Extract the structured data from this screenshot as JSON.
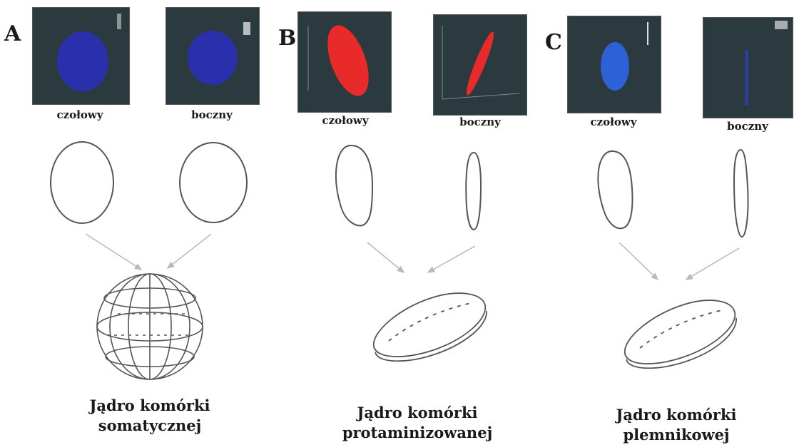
{
  "panels": [
    {
      "letter": "A",
      "frontal_label": "czołowy",
      "side_label": "boczny",
      "caption_line1": "Jądro komórki",
      "caption_line2": "somatycznej",
      "stain_color": "#2a2fb8"
    },
    {
      "letter": "B",
      "frontal_label": "czołowy",
      "side_label": "boczny",
      "caption_line1": "Jądro komórki",
      "caption_line2": "protaminizowanej",
      "stain_color": "#e82a2a"
    },
    {
      "letter": "C",
      "frontal_label": "czołowy",
      "side_label": "boczny",
      "caption_line1": "Jądro komórki",
      "caption_line2": "plemnikowej",
      "stain_color": "#2d63e0"
    }
  ],
  "colors": {
    "thumbnail_background": "#2b3a3e",
    "outline": "#555555",
    "arrow": "#b9b9b9"
  }
}
